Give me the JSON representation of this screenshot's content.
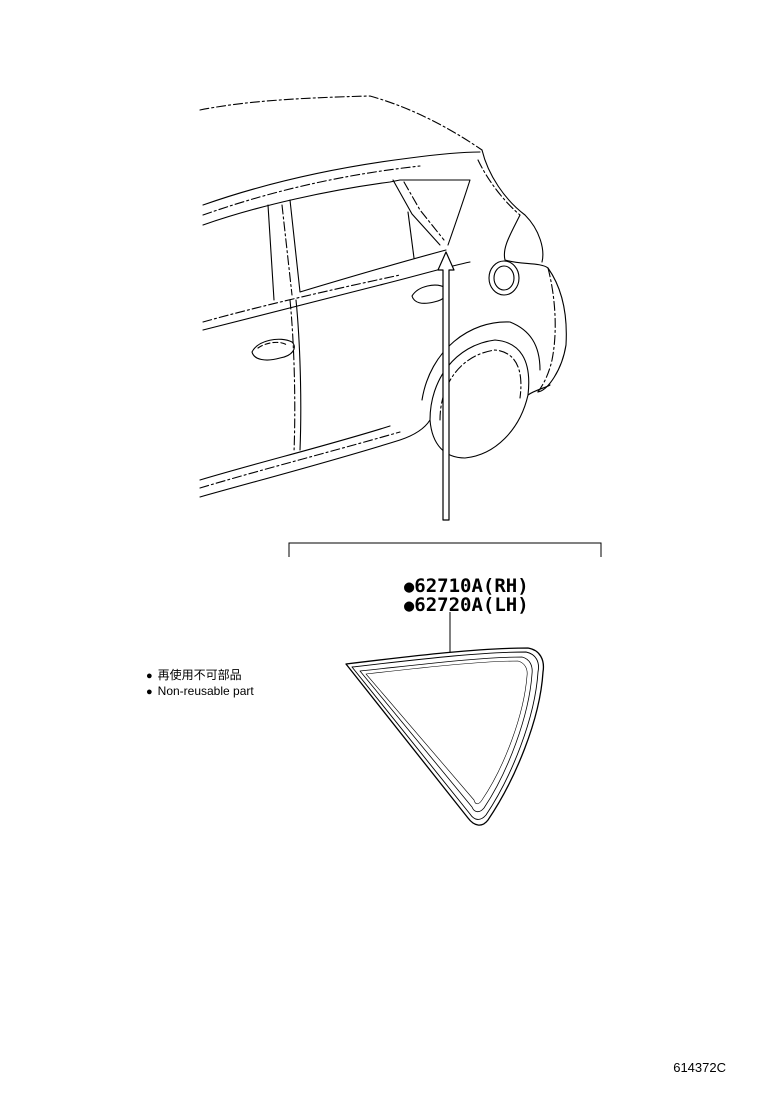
{
  "parts": [
    {
      "marker": "●",
      "number": "62710A(RH)"
    },
    {
      "marker": "●",
      "number": "62720A(LH)"
    }
  ],
  "legend": [
    {
      "marker": "●",
      "text": "再使用不可部品"
    },
    {
      "marker": "●",
      "text": "Non-reusable part"
    }
  ],
  "figure_code": "614372C"
}
